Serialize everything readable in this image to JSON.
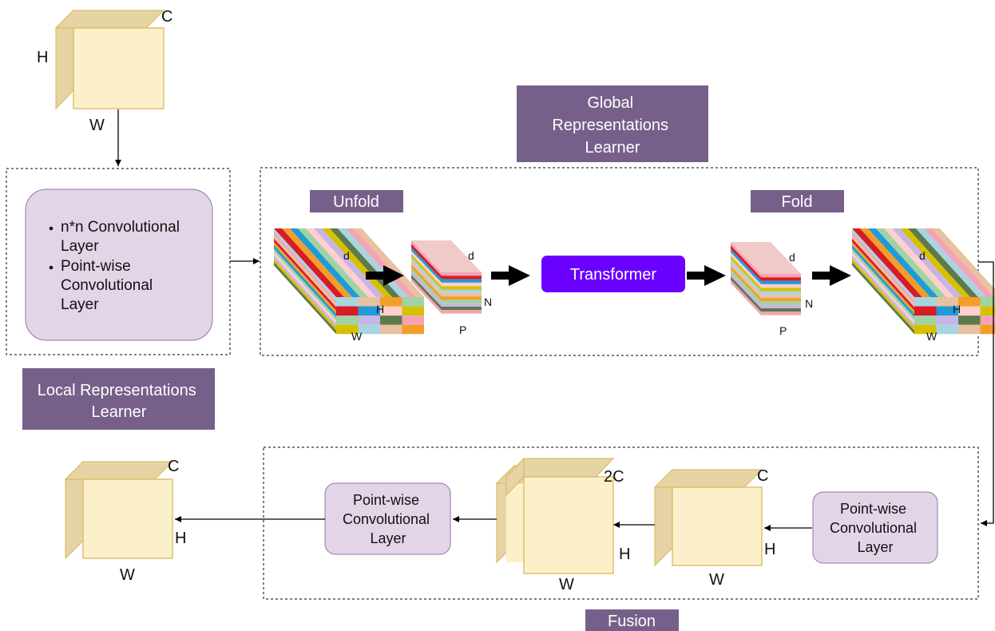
{
  "colors": {
    "cube_face": "#fcf0cb",
    "cube_side": "#e7d4a5",
    "cube_border": "#d6b656",
    "header_bg": "#76608a",
    "box_bg": "#e1d5e7",
    "box_border": "#9673a6",
    "transformer_bg": "#6a00ff",
    "stripes": [
      "#a8d5e2",
      "#f4a3b4",
      "#e8c1a0",
      "#d81b24",
      "#f29e28",
      "#1f9bd7",
      "#9fd3a3",
      "#ffcfcf",
      "#c7b5e6",
      "#d6c100",
      "#5f7a4a"
    ]
  },
  "input_cube": {
    "h": "H",
    "w": "W",
    "c": "C"
  },
  "local": {
    "items": [
      "n*n Convolutional Layer",
      "Point-wise Convolutional Layer"
    ],
    "lines": [
      [
        "n*n Convolutional",
        "Layer"
      ],
      [
        "Point-wise",
        "Convolutional",
        "Layer"
      ]
    ],
    "header_lines": [
      "Local Representations",
      "Learner"
    ]
  },
  "global": {
    "header_lines": [
      "Global",
      "Representations",
      "Learner"
    ],
    "unfold": "Unfold",
    "fold": "Fold",
    "transformer": "Transformer",
    "left_tensor": {
      "d": "d",
      "h": "H",
      "w": "W"
    },
    "unfolded": {
      "d": "d",
      "n": "N",
      "p": "P"
    },
    "folded": {
      "d": "d",
      "n": "N",
      "p": "P"
    },
    "right_tensor": {
      "d": "d",
      "h": "H",
      "w": "W"
    }
  },
  "fusion": {
    "header": "Fusion",
    "pw_right_lines": [
      "Point-wise",
      "Convolutional",
      "Layer"
    ],
    "pw_left_lines": [
      "Point-wise",
      "Convolutional",
      "Layer"
    ],
    "cube_c": {
      "c": "C",
      "h": "H",
      "w": "W"
    },
    "cube_2c": {
      "c": "2C",
      "h": "H",
      "w": "W"
    }
  },
  "output_cube": {
    "c": "C",
    "h": "H",
    "w": "W"
  }
}
